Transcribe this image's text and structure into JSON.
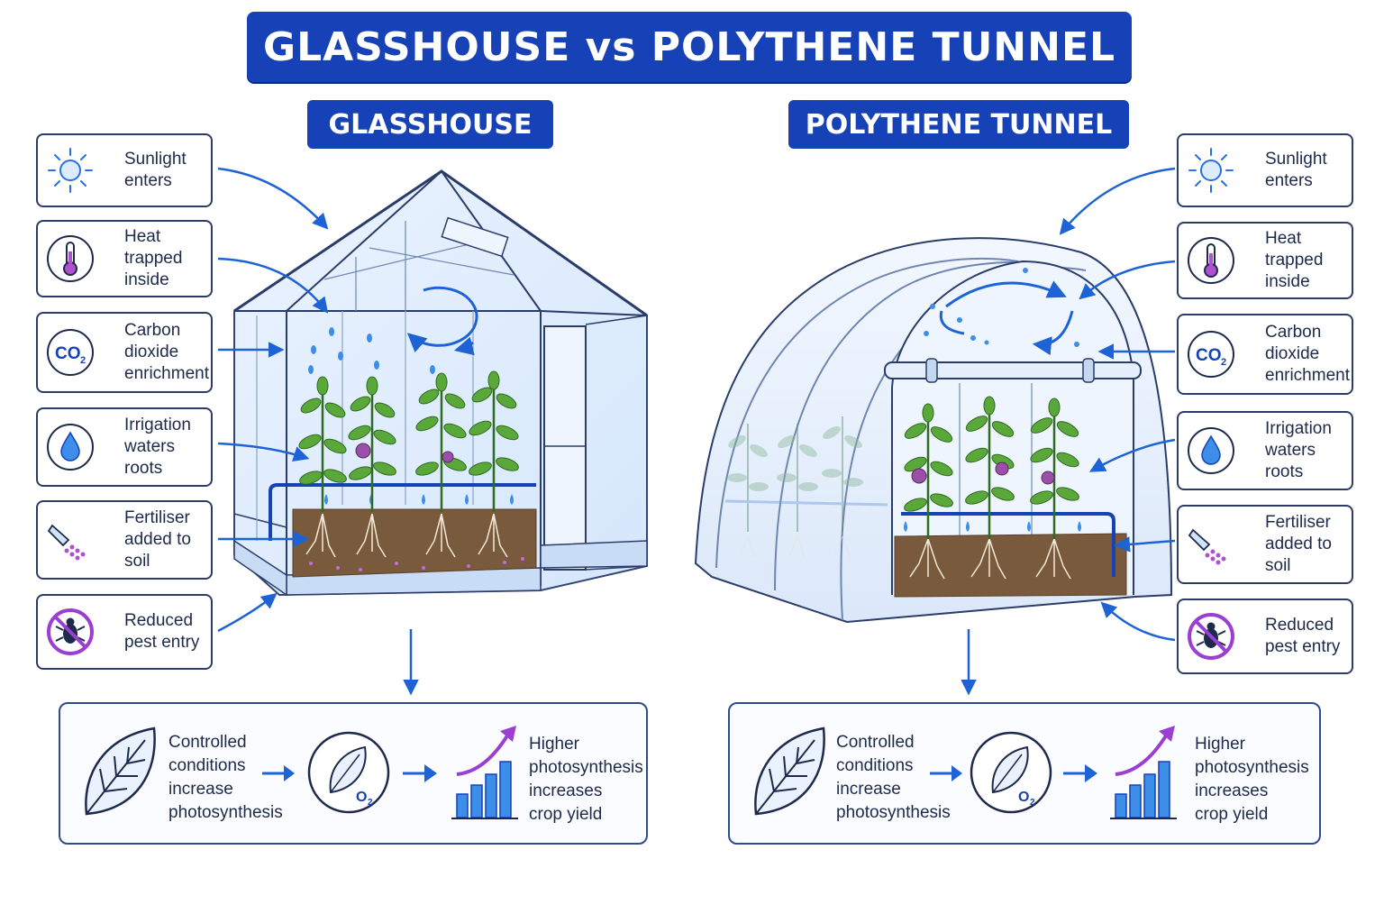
{
  "title": "GLASSHOUSE vs POLYTHENE TUNNEL",
  "sections": {
    "glasshouse": {
      "heading": "GLASSHOUSE",
      "factors": [
        {
          "icon": "sun-icon",
          "lines": [
            "Sunlight",
            "enters"
          ]
        },
        {
          "icon": "thermometer-icon",
          "lines": [
            "Heat",
            "trapped",
            "inside"
          ]
        },
        {
          "icon": "co2-icon",
          "lines": [
            "Carbon",
            "dioxide",
            "enrichment"
          ]
        },
        {
          "icon": "water-drop-icon",
          "lines": [
            "Irrigation",
            "waters",
            "roots"
          ]
        },
        {
          "icon": "fertiliser-scoop-icon",
          "lines": [
            "Fertiliser",
            "added to",
            "soil"
          ]
        },
        {
          "icon": "no-pest-icon",
          "lines": [
            "Reduced",
            "pest entry"
          ]
        }
      ],
      "flow": {
        "step1": [
          "Controlled",
          "conditions",
          "increase",
          "photosynthesis"
        ],
        "step3": [
          "Higher",
          "photosynthesis",
          "increases",
          "crop yield"
        ]
      }
    },
    "tunnel": {
      "heading": "POLYTHENE TUNNEL",
      "factors": [
        {
          "icon": "sun-icon",
          "lines": [
            "Sunlight",
            "enters"
          ]
        },
        {
          "icon": "thermometer-icon",
          "lines": [
            "Heat",
            "trapped",
            "inside"
          ]
        },
        {
          "icon": "co2-icon",
          "lines": [
            "Carbon",
            "dioxide",
            "enrichment"
          ]
        },
        {
          "icon": "water-drop-icon",
          "lines": [
            "Irrigation",
            "waters",
            "roots"
          ]
        },
        {
          "icon": "fertiliser-scoop-icon",
          "lines": [
            "Fertiliser",
            "added to",
            "soil"
          ]
        },
        {
          "icon": "no-pest-icon",
          "lines": [
            "Reduced",
            "pest entry"
          ]
        }
      ],
      "flow": {
        "step1": [
          "Controlled",
          "conditions",
          "increase",
          "photosynthesis"
        ],
        "step3": [
          "Higher",
          "photosynthesis",
          "increases",
          "crop yield"
        ]
      }
    }
  },
  "icon_labels": {
    "co2": "CO",
    "o2": "O"
  },
  "colors": {
    "banner": "#1741b6",
    "arrow": "#1e63d6",
    "card_border": "#2b3c66",
    "leaf": "#5aa83a",
    "soil": "#7a5a3c",
    "fruit": "#9b4fa8",
    "purple": "#9a3fd0",
    "water": "#3d8ee8"
  }
}
